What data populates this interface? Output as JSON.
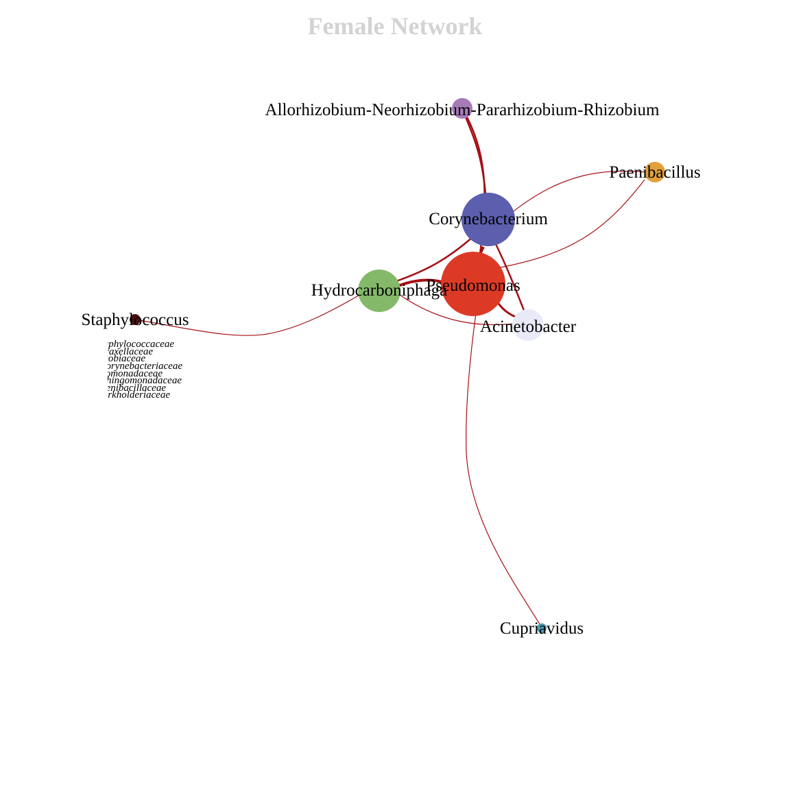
{
  "title": "Female Network",
  "colors": {
    "edge": "#a50f15",
    "title": "#d3d3d3",
    "background": "#ffffff"
  },
  "nodes": [
    {
      "id": "allorhizobium",
      "label": "Allorhizobium-Neorhizobium-Pararhizobium-Rhizobium",
      "color": "#a77bb8"
    },
    {
      "id": "paenibacillus",
      "label": "Paenibacillus",
      "color": "#e0a03c"
    },
    {
      "id": "corynebacterium",
      "label": "Corynebacterium",
      "color": "#5b5fad"
    },
    {
      "id": "hydrocarboniphaga",
      "label": "Hydrocarboniphaga",
      "color": "#85b96a"
    },
    {
      "id": "pseudomonas",
      "label": "Pseudomonas",
      "color": "#dd3a26"
    },
    {
      "id": "acinetobacter",
      "label": "Acinetobacter",
      "color": "#e8eaf8"
    },
    {
      "id": "staphylococcus",
      "label": "Staphylococcus",
      "color": "#4a1010"
    },
    {
      "id": "cupriavidus",
      "label": "Cupriavidus",
      "color": "#4a9ab0"
    }
  ],
  "legend": {
    "entries": [
      "Staphylococcaceae",
      "Moraxellaceae",
      "Rhizobiaceae",
      "Corynebacteriaceae",
      "Pseudomonadaceae",
      "Sphingomonadaceae",
      "Paenibacillaceae",
      "Burkholderiaceae"
    ]
  }
}
